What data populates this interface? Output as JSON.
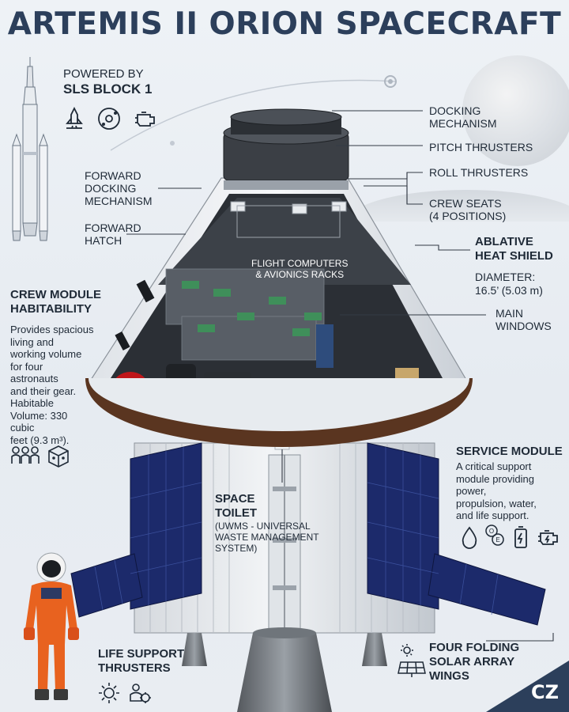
{
  "title": "ARTEMIS II ORION SPACECRAFT",
  "powered": {
    "line1": "POWERED BY",
    "line2": "SLS BLOCK 1"
  },
  "labels": {
    "docking_mechanism": "DOCKING\nMECHANISM",
    "pitch_thrusters": "PITCH THRUSTERS",
    "roll_thrusters": "ROLL THRUSTERS",
    "crew_seats": "CREW SEATS\n(4 POSITIONS)",
    "forward_docking": "FORWARD\nDOCKING\nMECHANISM",
    "forward_hatch": "FORWARD\nHATCH",
    "ablative_heat_shield": "ABLATIVE\nHEAT SHIELD",
    "diameter": "DIAMETER:\n16.5’ (5.03 m)",
    "flight_computers": "FLIGHT COMPUTERS\n& AVIONICS RACKS",
    "main_windows": "MAIN\nWINDOWS",
    "space_toilet_title": "SPACE\nTOILET",
    "space_toilet_sub": "(UWMS - UNIVERSAL\nWASTE MANAGEMENT\nSYSTEM)",
    "life_support_thrusters": "LIFE SUPPORT\nTHRUSTERS",
    "solar_wings": "FOUR FOLDING\nSOLAR ARRAY\nWINGS"
  },
  "crew_module": {
    "heading": "CREW MODULE\nHABITABILITY",
    "text": "Provides spacious\nliving and\nworking volume\nfor four\nastronauts\nand their gear.\nHabitable\nVolume: 330\ncubic\nfeet (9.3 m³)."
  },
  "service_module": {
    "heading": "SERVICE MODULE",
    "text": "A critical support\nmodule providing\npower,\npropulsion, water,\nand life support."
  },
  "icons": {
    "powered": [
      "rocket-launch-icon",
      "orbit-icon",
      "engine-icon"
    ],
    "crew": [
      "crew-icon",
      "cargo-box-icon"
    ],
    "service": [
      "water-drop-icon",
      "oxygen-icon",
      "battery-icon",
      "engine-power-icon"
    ],
    "life_support": [
      "sun-icon",
      "gear-person-icon"
    ],
    "solar": [
      "solar-panel-icon"
    ]
  },
  "colors": {
    "title": "#2c3f5b",
    "heat_shield": "#5a3520",
    "solar_panel": "#1c2a6b",
    "tank_red": "#c0161a",
    "suit_orange": "#e8621f"
  },
  "logo": "CZ"
}
